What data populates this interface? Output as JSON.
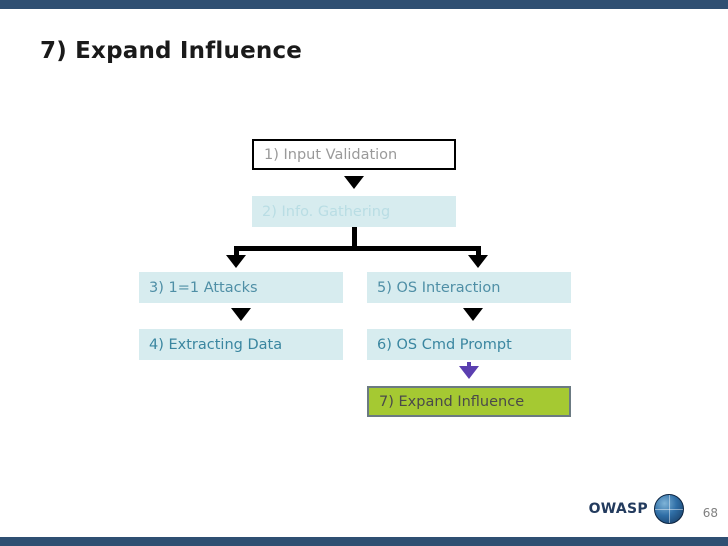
{
  "slide": {
    "title": "7) Expand Influence",
    "page_number": "68",
    "footer_brand": "OWASP"
  },
  "diagram": {
    "type": "flowchart",
    "boxes": [
      {
        "id": "b1",
        "label": "1) Input Validation"
      },
      {
        "id": "b2",
        "label": "2) Info. Gathering"
      },
      {
        "id": "b3",
        "label": "3) 1=1 Attacks"
      },
      {
        "id": "b4",
        "label": "4) Extracting Data"
      },
      {
        "id": "b5",
        "label": "5) OS Interaction"
      },
      {
        "id": "b6",
        "label": "6) OS Cmd Prompt"
      },
      {
        "id": "b7",
        "label": "7) Expand Influence"
      }
    ],
    "highlight_color": "#a5c932",
    "box_color": "#d7ecef",
    "arrow_color": "#000000",
    "active_arrow_color": "#5b3fb0"
  }
}
